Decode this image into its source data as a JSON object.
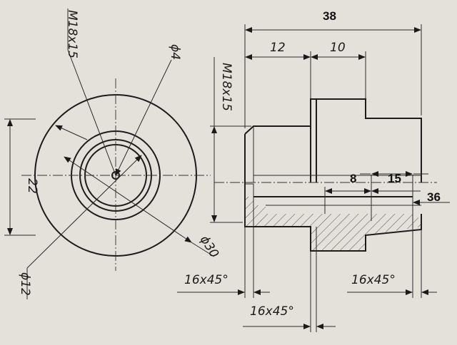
{
  "front_view": {
    "thread_label": "M18x15",
    "bore_label": "ϕ4",
    "width_label": "22",
    "outer_label": "ϕ30",
    "inner_label": "ϕ12"
  },
  "side_view": {
    "overall_length": "38",
    "len_a": "12",
    "len_b": "10",
    "thread_label": "M18x15",
    "inner_a": "8",
    "inner_b": "15",
    "inner_c": "36",
    "chamfer_left": "16x45°",
    "chamfer_bottom": "16x45°",
    "chamfer_right": "16x45°"
  }
}
